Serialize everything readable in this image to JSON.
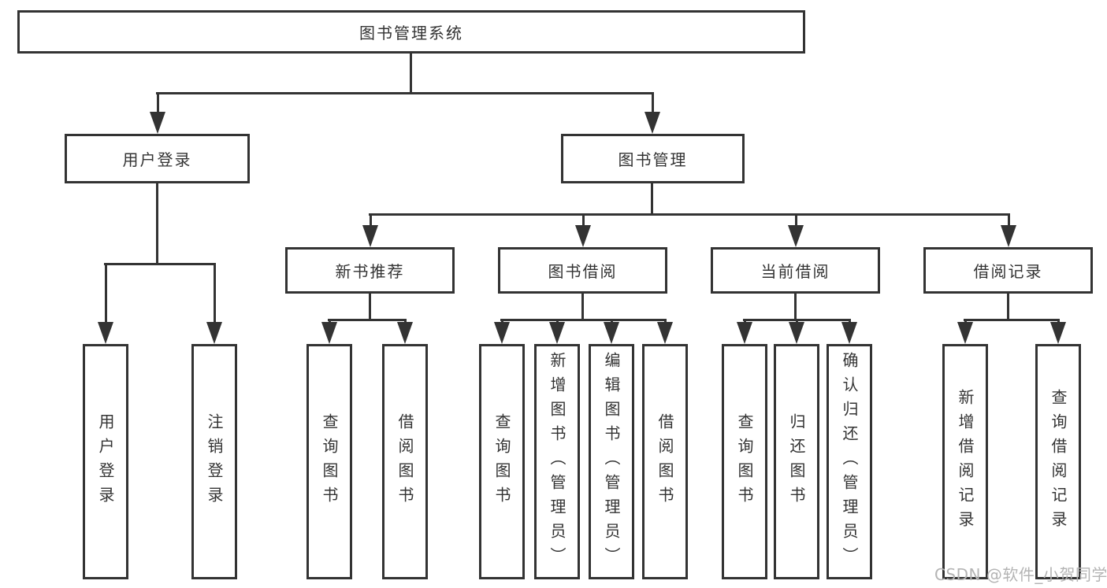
{
  "tree": {
    "label": "图书管理系统",
    "children": [
      {
        "label": "用户登录",
        "leaves": [
          "用户登录",
          "注销登录"
        ]
      },
      {
        "label": "图书管理",
        "children": [
          {
            "label": "新书推荐",
            "leaves": [
              "查询图书",
              "借阅图书"
            ]
          },
          {
            "label": "图书借阅",
            "leaves": [
              "查询图书",
              "新增图书（管理员）",
              "编辑图书（管理员）",
              "借阅图书"
            ]
          },
          {
            "label": "当前借阅",
            "leaves": [
              "查询图书",
              "归还图书",
              "确认归还（管理员）"
            ]
          },
          {
            "label": "借阅记录",
            "leaves": [
              "新增借阅记录",
              "查询借阅记录"
            ]
          }
        ]
      }
    ]
  },
  "watermark": {
    "text": "CSDN @软件_小贺同学"
  },
  "colors": {
    "line": "#333333",
    "text": "#333333",
    "background": "#ffffff",
    "watermark": "#b4b4b4"
  }
}
